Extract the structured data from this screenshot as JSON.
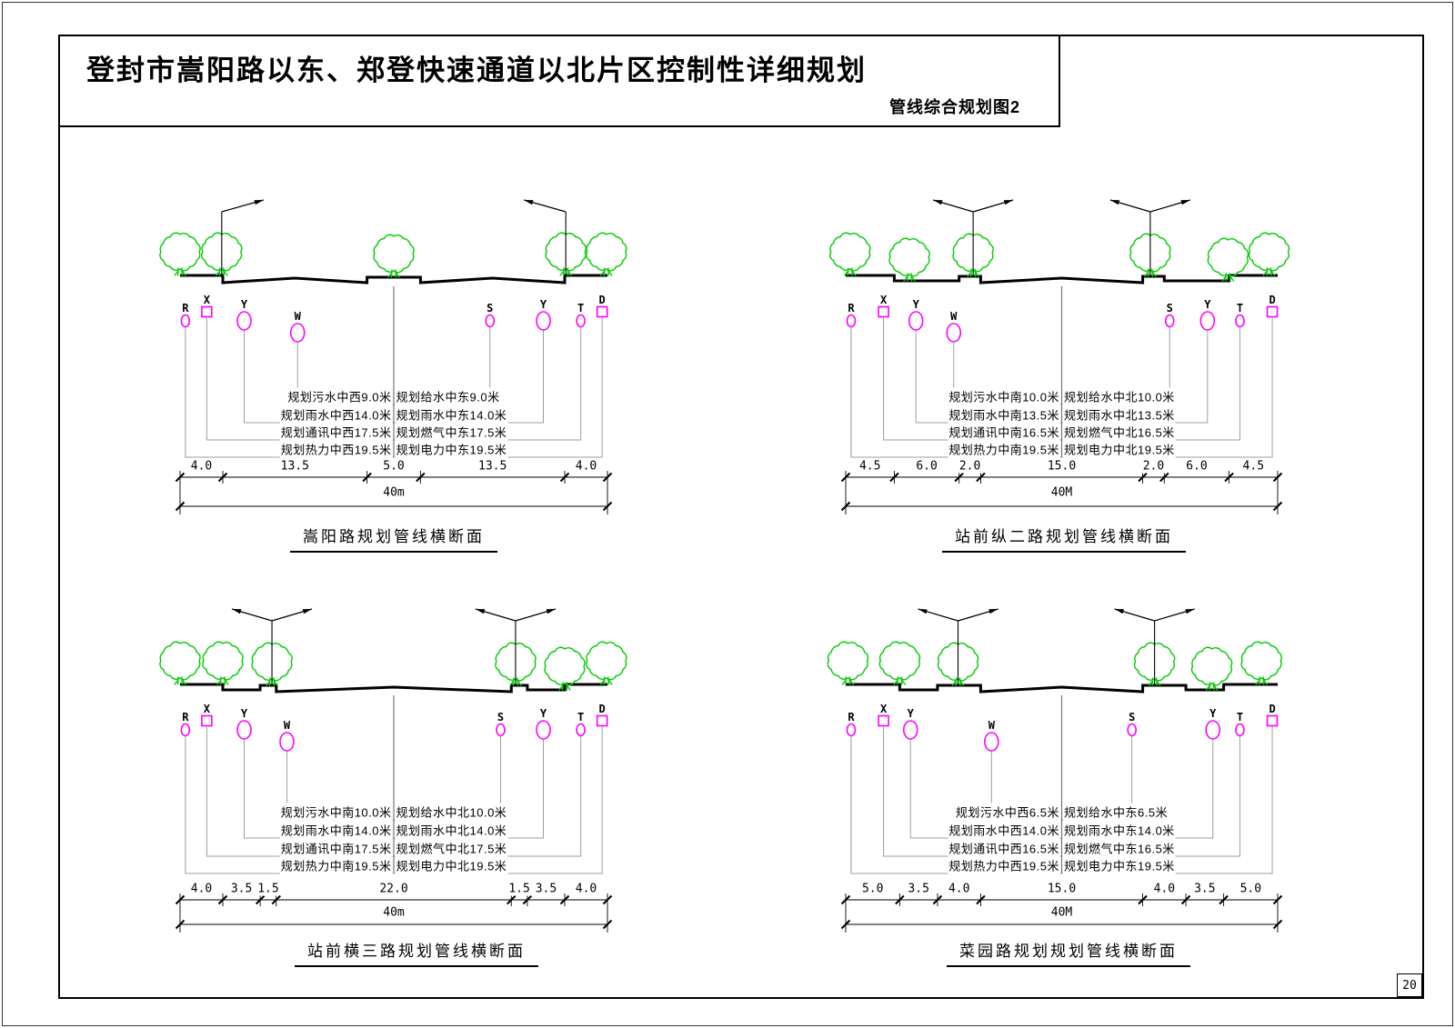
{
  "page": {
    "title": "登封市嵩阳路以东、郑登快速通道以北片区控制性详细规划",
    "subtitle": "管线综合规划图2",
    "page_number": "20"
  },
  "colors": {
    "tree_green": "#00CC00",
    "utility_magenta": "#FF00FF",
    "drawing_black": "#000000",
    "leader_gray": "#9f9f9f"
  },
  "panels": [
    {
      "title": "嵩阳路规划管线横断面",
      "profile": "median",
      "total_label": "40m",
      "seg_labels": [
        "4.0",
        "13.5",
        "5.0",
        "13.5",
        "4.0"
      ],
      "segments_m": [
        4.0,
        13.5,
        5.0,
        13.5,
        4.0
      ],
      "rows": [
        {
          "left": "规划污水中西9.0米",
          "right": "规划给水中东9.0米"
        },
        {
          "left": "规划雨水中西14.0米",
          "right": "规划雨水中东14.0米"
        },
        {
          "left": "规划通讯中西17.5米",
          "right": "规划燃气中东17.5米"
        },
        {
          "left": "规划热力中西19.5米",
          "right": "规划电力中东19.5米"
        }
      ],
      "symbols_left": [
        {
          "code": "R",
          "dist_m": 19.5,
          "shape": "ellipse",
          "size": "small"
        },
        {
          "code": "X",
          "dist_m": 17.5,
          "shape": "square"
        },
        {
          "code": "Y",
          "dist_m": 14.0,
          "shape": "ellipse",
          "size": "large"
        },
        {
          "code": "W",
          "dist_m": 9.0,
          "shape": "ellipse",
          "size": "large",
          "low": true
        }
      ],
      "symbols_right": [
        {
          "code": "S",
          "dist_m": 9.0,
          "shape": "ellipse",
          "size": "small"
        },
        {
          "code": "Y",
          "dist_m": 14.0,
          "shape": "ellipse",
          "size": "large"
        },
        {
          "code": "T",
          "dist_m": 17.5,
          "shape": "ellipse",
          "size": "small"
        },
        {
          "code": "D",
          "dist_m": 19.5,
          "shape": "square"
        }
      ],
      "trees_m": [
        0,
        3.9,
        20,
        36.1,
        39.9
      ],
      "lamps": [
        {
          "m": 3.9,
          "style": "single",
          "dir": 1
        },
        {
          "m": 36.1,
          "style": "single",
          "dir": -1
        }
      ]
    },
    {
      "title": "站前纵二路规划管线横断面",
      "profile": "side",
      "total_label": "40M",
      "seg_labels": [
        "4.5",
        "6.0",
        "2.0",
        "15.0",
        "2.0",
        "6.0",
        "4.5"
      ],
      "segments_m": [
        4.5,
        6.0,
        2.0,
        15.0,
        2.0,
        6.0,
        4.5
      ],
      "rows": [
        {
          "left": "规划污水中南10.0米",
          "right": "规划给水中北10.0米"
        },
        {
          "left": "规划雨水中南13.5米",
          "right": "规划雨水中北13.5米"
        },
        {
          "left": "规划通讯中南16.5米",
          "right": "规划燃气中北16.5米"
        },
        {
          "left": "规划热力中南19.5米",
          "right": "规划电力中北19.5米"
        }
      ],
      "symbols_left": [
        {
          "code": "R",
          "dist_m": 19.5,
          "shape": "ellipse",
          "size": "small"
        },
        {
          "code": "X",
          "dist_m": 16.5,
          "shape": "square"
        },
        {
          "code": "Y",
          "dist_m": 13.5,
          "shape": "ellipse",
          "size": "large"
        },
        {
          "code": "W",
          "dist_m": 10.0,
          "shape": "ellipse",
          "size": "large",
          "low": true
        }
      ],
      "symbols_right": [
        {
          "code": "S",
          "dist_m": 10.0,
          "shape": "ellipse",
          "size": "small"
        },
        {
          "code": "Y",
          "dist_m": 13.5,
          "shape": "ellipse",
          "size": "large"
        },
        {
          "code": "T",
          "dist_m": 16.5,
          "shape": "ellipse",
          "size": "small"
        },
        {
          "code": "D",
          "dist_m": 19.5,
          "shape": "square"
        }
      ],
      "trees_m": [
        0.4,
        5.9,
        11.8,
        28.2,
        35.4,
        39.2
      ],
      "lamps": [
        {
          "m": 11.8,
          "style": "double"
        },
        {
          "m": 28.2,
          "style": "double"
        }
      ]
    },
    {
      "title": "站前横三路规划管线横断面",
      "profile": "side",
      "total_label": "40m",
      "seg_labels": [
        "4.0",
        "3.5",
        "1.5",
        "22.0",
        "1.5",
        "3.5",
        "4.0"
      ],
      "segments_m": [
        4.0,
        3.5,
        1.5,
        22.0,
        1.5,
        3.5,
        4.0
      ],
      "rows": [
        {
          "left": "规划污水中南10.0米",
          "right": "规划给水中北10.0米"
        },
        {
          "left": "规划雨水中南14.0米",
          "right": "规划雨水中北14.0米"
        },
        {
          "left": "规划通讯中南17.5米",
          "right": "规划燃气中北17.5米"
        },
        {
          "left": "规划热力中南19.5米",
          "right": "规划电力中北19.5米"
        }
      ],
      "symbols_left": [
        {
          "code": "R",
          "dist_m": 19.5,
          "shape": "ellipse",
          "size": "small"
        },
        {
          "code": "X",
          "dist_m": 17.5,
          "shape": "square"
        },
        {
          "code": "Y",
          "dist_m": 14.0,
          "shape": "ellipse",
          "size": "large"
        },
        {
          "code": "W",
          "dist_m": 10.0,
          "shape": "ellipse",
          "size": "large",
          "low": true
        }
      ],
      "symbols_right": [
        {
          "code": "S",
          "dist_m": 10.0,
          "shape": "ellipse",
          "size": "small"
        },
        {
          "code": "Y",
          "dist_m": 14.0,
          "shape": "ellipse",
          "size": "large"
        },
        {
          "code": "T",
          "dist_m": 17.5,
          "shape": "ellipse",
          "size": "small"
        },
        {
          "code": "D",
          "dist_m": 19.5,
          "shape": "square"
        }
      ],
      "trees_m": [
        0,
        4,
        8.6,
        31.4,
        36,
        39.9
      ],
      "lamps": [
        {
          "m": 8.6,
          "style": "double"
        },
        {
          "m": 31.4,
          "style": "double"
        }
      ]
    },
    {
      "title": "菜园路规划规划管线横断面",
      "profile": "side",
      "total_label": "40M",
      "seg_labels": [
        "5.0",
        "3.5",
        "4.0",
        "15.0",
        "4.0",
        "3.5",
        "5.0"
      ],
      "segments_m": [
        5.0,
        3.5,
        4.0,
        15.0,
        4.0,
        3.5,
        5.0
      ],
      "rows": [
        {
          "left": "规划污水中西6.5米",
          "right": "规划给水中东6.5米"
        },
        {
          "left": "规划雨水中西14.0米",
          "right": "规划雨水中东14.0米"
        },
        {
          "left": "规划通讯中西16.5米",
          "right": "规划燃气中东16.5米"
        },
        {
          "left": "规划热力中西19.5米",
          "right": "规划电力中东19.5米"
        }
      ],
      "symbols_left": [
        {
          "code": "R",
          "dist_m": 19.5,
          "shape": "ellipse",
          "size": "small"
        },
        {
          "code": "X",
          "dist_m": 16.5,
          "shape": "square"
        },
        {
          "code": "Y",
          "dist_m": 14.0,
          "shape": "ellipse",
          "size": "large"
        },
        {
          "code": "W",
          "dist_m": 6.5,
          "shape": "ellipse",
          "size": "large",
          "low": true
        }
      ],
      "symbols_right": [
        {
          "code": "S",
          "dist_m": 6.5,
          "shape": "ellipse",
          "size": "small"
        },
        {
          "code": "Y",
          "dist_m": 14.0,
          "shape": "ellipse",
          "size": "large"
        },
        {
          "code": "T",
          "dist_m": 16.5,
          "shape": "ellipse",
          "size": "small"
        },
        {
          "code": "D",
          "dist_m": 19.5,
          "shape": "square"
        }
      ],
      "trees_m": [
        0.2,
        5,
        10.4,
        28.6,
        33.9,
        38.5
      ],
      "lamps": [
        {
          "m": 10.4,
          "style": "double"
        },
        {
          "m": 28.6,
          "style": "double"
        }
      ]
    }
  ]
}
